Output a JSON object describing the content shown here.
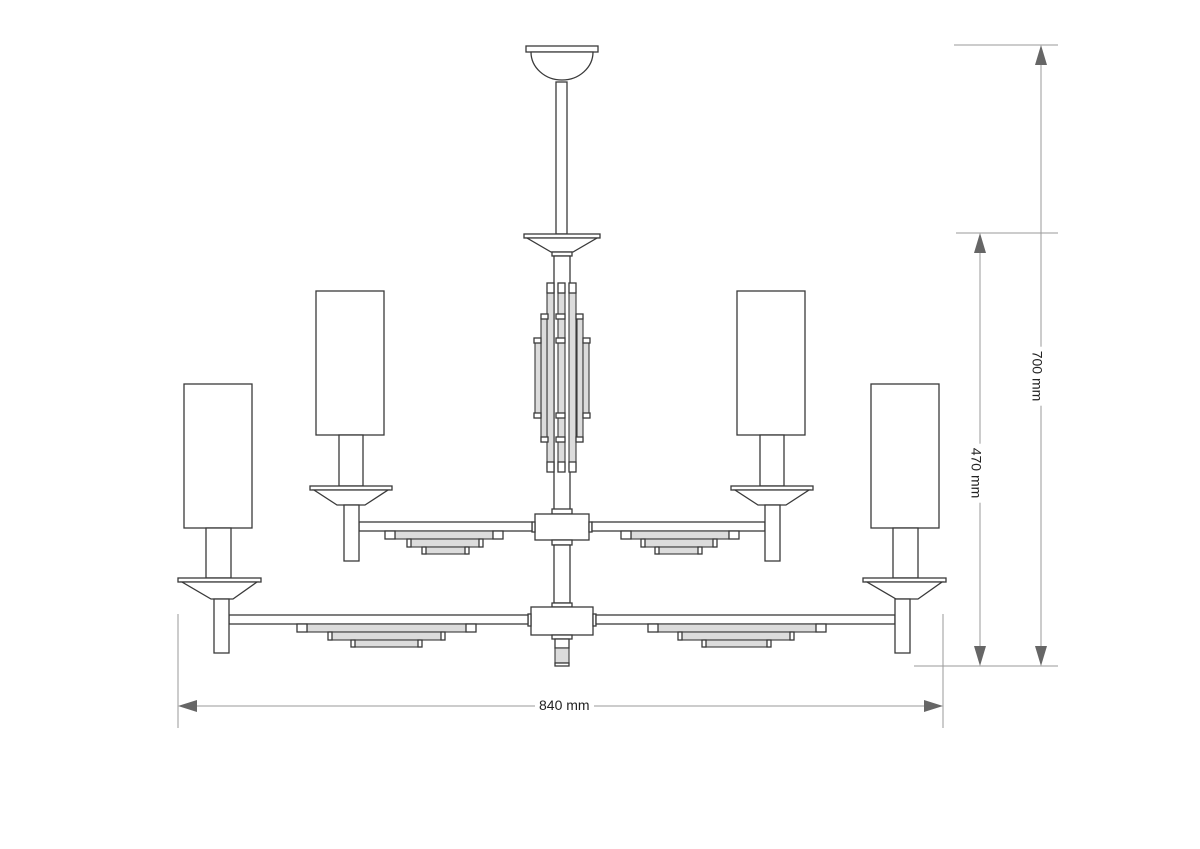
{
  "diagram": {
    "subject": "six-arm chandelier, front elevation technical drawing",
    "line_color": "#3a3a3a",
    "glass_fill": "#dcdcdc",
    "dimension_color": "#9a9a9a",
    "arrow_color": "#666666"
  },
  "dimensions": {
    "width": {
      "label": "840 mm"
    },
    "total_height": {
      "label": "700 mm"
    },
    "body_height": {
      "label": "470 mm"
    }
  },
  "components": {
    "canopy": "ceiling-canopy",
    "rod": "suspension-rod",
    "central_column": "glass-rod-column",
    "upper_arms": 2,
    "lower_arms": 2,
    "shades": 4
  }
}
